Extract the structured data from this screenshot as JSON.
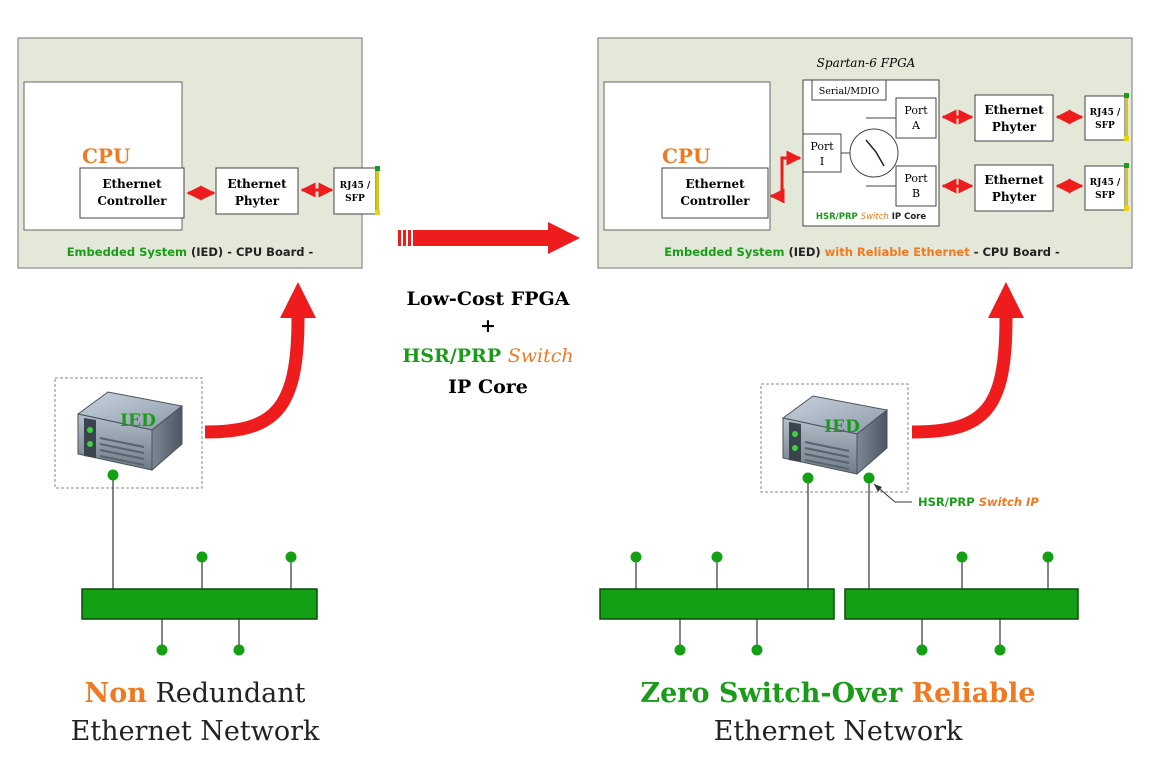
{
  "colors": {
    "green": "#1a9c1a",
    "orange": "#ef7a22",
    "red": "#ee1c1c",
    "board_fill": "#e3e8d8",
    "board_stroke": "#808080",
    "bus_fill": "#14a014",
    "bus_stroke": "#0a4d0a"
  },
  "left_board": {
    "cpu_label": "CPU",
    "controller": [
      "Ethernet",
      "Controller"
    ],
    "phyter": [
      "Ethernet",
      "Phyter"
    ],
    "rj45": [
      "RJ45 /",
      "SFP"
    ],
    "caption_part1": "Embedded System",
    "caption_part2": " (IED)",
    "caption_part3": " - CPU Board -"
  },
  "right_board": {
    "fpga_label": "Spartan-6 FPGA",
    "cpu_label": "CPU",
    "controller": [
      "Ethernet",
      "Controller"
    ],
    "serial": "Serial/MDIO",
    "port_i": [
      "Port",
      "I"
    ],
    "port_a": [
      "Port",
      "A"
    ],
    "port_b": [
      "Port",
      "B"
    ],
    "core_part1": "HSR/PRP ",
    "core_part2": "Switch",
    "core_part3": " IP Core",
    "phyter_a": [
      "Ethernet",
      "Phyter"
    ],
    "phyter_b": [
      "Ethernet",
      "Phyter"
    ],
    "rj45_a": [
      "RJ45 /",
      "SFP"
    ],
    "rj45_b": [
      "RJ45 /",
      "SFP"
    ],
    "caption_part1": "Embedded System",
    "caption_part2": " (IED)",
    "caption_part3": " with Reliable Ethernet",
    "caption_part4": " - CPU Board -"
  },
  "center": {
    "line1": "Low-Cost FPGA",
    "line2": "+",
    "line3_a": "HSR/PRP ",
    "line3_b": "Switch",
    "line4": "IP Core"
  },
  "ied_label_left": "IED",
  "ied_label_right": "IED",
  "switch_ip_a": "HSR/PRP ",
  "switch_ip_b": "Switch IP",
  "left_title": {
    "part1": "Non",
    "part2": " Redundant",
    "line2": "Ethernet Network"
  },
  "right_title": {
    "part1": "Zero Switch-Over ",
    "part2": "Reliable",
    "line2": "Ethernet Network"
  }
}
